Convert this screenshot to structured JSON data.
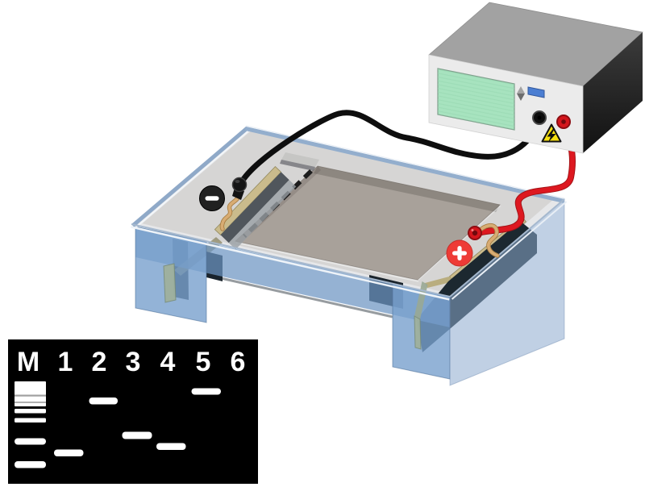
{
  "scene": {
    "background": "#ffffff"
  },
  "power_supply": {
    "body_front_color": "#ebebeb",
    "body_top_color": "#a2a2a2",
    "body_side_color": "#1e1e1e",
    "screen_color": "#a7e3bf",
    "screen_line_color": "#96d7b0",
    "selector_icon": "diamond-up-down-selector",
    "run_button_color": "#4b7ed2",
    "negative_jack_color": "#0d0d0d",
    "positive_jack_color": "#d4161c",
    "warning_icon": "high-voltage-lightning",
    "warning_color": "#f6e011",
    "negative_cable_color": "#0e0e0e",
    "positive_cable_color": "#dd1820"
  },
  "tank": {
    "glass_edge_color": "#8fa9c8",
    "body_color": "#8fb3d8",
    "tray_color": "#d6d5d4",
    "gel_color": "#a8a19a",
    "electrode_bar_color": "#cabb8c",
    "copper_wire_color": "#d8ac73",
    "wells_icon": "dashed-well-slots",
    "negative_badge": {
      "symbol": "-",
      "bg": "#212121",
      "fg": "#ffffff"
    },
    "positive_badge": {
      "symbol": "+",
      "bg": "#ee3b36",
      "fg": "#ffffff"
    }
  },
  "gel": {
    "panel_bg": "#000000",
    "band_color": "#ffffff",
    "lane_labels": [
      "M",
      "1",
      "2",
      "3",
      "4",
      "5",
      "6"
    ],
    "label_positions_x": [
      25,
      71,
      113,
      155,
      198,
      242,
      285
    ],
    "marker_bands": [
      [
        8,
        52,
        39,
        31,
        1,
        "#ffffff"
      ],
      [
        8,
        68.5,
        39,
        2.2,
        0,
        "#a0a0a0"
      ],
      [
        8,
        77,
        39,
        2,
        0,
        "#b0b0b0"
      ],
      [
        8,
        86,
        39,
        5.5,
        1.5,
        "#ffffff"
      ],
      [
        8,
        97.5,
        39,
        5.5,
        1.5,
        "#ffffff"
      ],
      [
        8,
        122.5,
        39,
        8,
        4,
        "#ffffff"
      ],
      [
        8,
        151,
        39,
        8.5,
        4,
        "#ffffff"
      ]
    ],
    "sample_bands": [
      [
        57,
        136.5,
        36.5,
        8.5
      ],
      [
        100.5,
        72,
        35.5,
        8.5
      ],
      [
        141.5,
        114.5,
        37,
        9
      ],
      [
        184,
        128.5,
        36.5,
        8.5
      ],
      [
        227.5,
        60.5,
        36.5,
        8
      ]
    ]
  }
}
